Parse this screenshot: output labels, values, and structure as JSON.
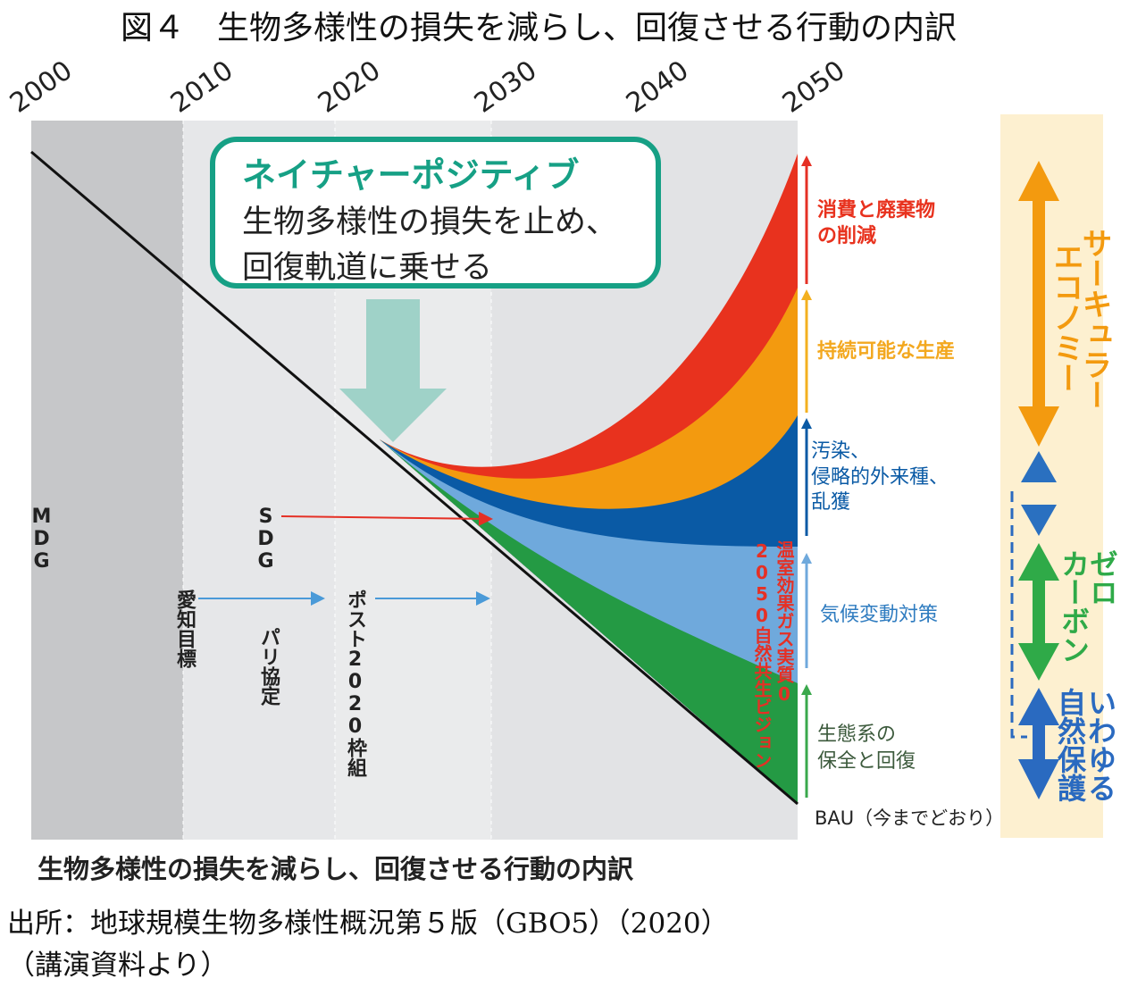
{
  "figure_title": "図４　生物多様性の損失を減らし、回復させる行動の内訳",
  "years": [
    "2000",
    "2010",
    "2020",
    "2030",
    "2040",
    "2050"
  ],
  "callout": {
    "title": "ネイチャーポジティブ",
    "line1": "生物多様性の損失を止め、",
    "line2": "回復軌道に乗せる"
  },
  "left_labels": {
    "mdg": "MDG",
    "aichi": "愛知目標",
    "sdg": "SDG",
    "paris": "パリ協定",
    "post2020": "ポスト2020枠組"
  },
  "red_vertical": {
    "line1": "温室効果ガス実質0",
    "line2": "2050自然共生ビジョン"
  },
  "actions": [
    {
      "label1": "消費と廃棄物",
      "label2": "の削減",
      "color": "#e8321e"
    },
    {
      "label1": "持続可能な生産",
      "label2": "",
      "color": "#f39a0f"
    },
    {
      "label1": "汚染、",
      "label2": "侵略的外来種、",
      "label3": "乱獲",
      "color": "#0a5aa5"
    },
    {
      "label1": "気候変動対策",
      "label2": "",
      "color": "#6fa9dc"
    },
    {
      "label1": "生態系の",
      "label2": "保全と回復",
      "color": "#249a44"
    }
  ],
  "bau_label": "BAU（今までどおり）",
  "right_groups": {
    "circular": "サーキュラーエコノミー",
    "circular_a": "サーキュラー",
    "circular_b": "エコノミー",
    "zero_a": "ゼロ",
    "zero_b": "カーボン",
    "nature_a": "いわゆる",
    "nature_b": "自然保護"
  },
  "chart_subtitle": "生物多様性の損失を減らし、回復させる行動の内訳",
  "source": "出所：地球規模生物多様性概況第５版（GBO5）（2020）",
  "source2": "（講演資料より）"
}
